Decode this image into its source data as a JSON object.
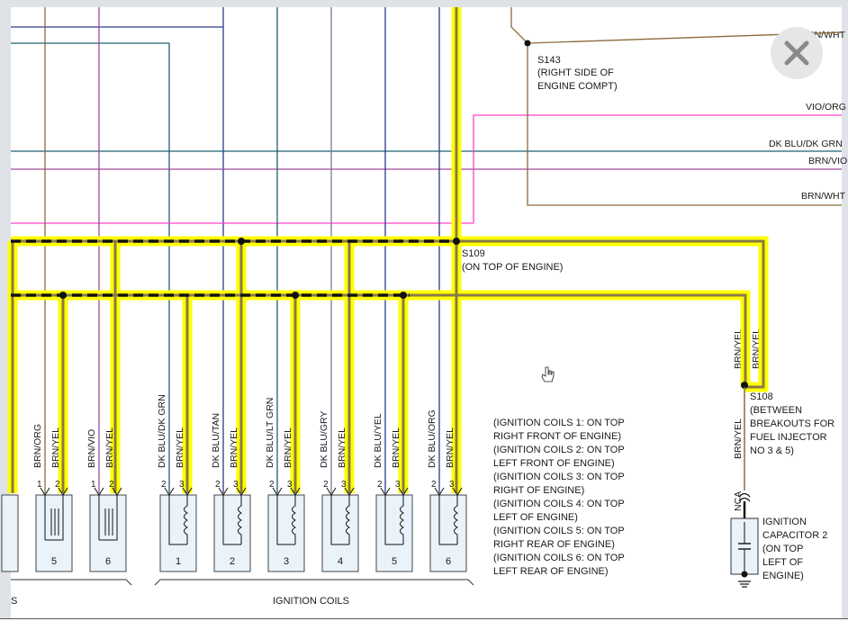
{
  "colors": {
    "highlight": "#ffff00",
    "wire_brn_yel": "#8a7a45",
    "brown": "#8b6a3a",
    "violet": "#a04a98",
    "pink": "#ff40c8",
    "navy": "#2a3a8a",
    "teal": "#1f5f70",
    "gray": "#7a7a9a",
    "coil_fill": "#eaf2fa"
  },
  "close_button": {
    "icon": "close-icon",
    "label": "×"
  },
  "wire_labels_right": {
    "brn_wht_top": "BRN/WHT",
    "vio_org": "VIO/ORG",
    "dk_blu_dk_grn": "DK BLU/DK GRN",
    "brn_vio": "BRN/VIO",
    "brn_wht_bottom": "BRN/WHT"
  },
  "splices": {
    "s143": [
      "S143",
      "(RIGHT SIDE OF",
      "ENGINE COMPT)"
    ],
    "s109": [
      "S109",
      "(ON TOP OF ENGINE)"
    ],
    "s108": [
      "S108",
      "(BETWEEN",
      "BREAKOUTS FOR",
      "FUEL INJECTOR",
      "NO 3 & 5)"
    ]
  },
  "coils": [
    {
      "num": "5",
      "wire1": "BRN/ORG",
      "wire2": "BRN/YEL",
      "pin1": "1",
      "pin2": "2",
      "style": "bars"
    },
    {
      "num": "6",
      "wire1": "BRN/VIO",
      "wire2": "BRN/YEL",
      "pin1": "1",
      "pin2": "2",
      "style": "bars"
    },
    {
      "num": "1",
      "wire1": "DK BLU/DK GRN",
      "wire2": "BRN/YEL",
      "pin1": "2",
      "pin2": "3",
      "style": "coil"
    },
    {
      "num": "2",
      "wire1": "DK BLU/TAN",
      "wire2": "BRN/YEL",
      "pin1": "2",
      "pin2": "3",
      "style": "coil"
    },
    {
      "num": "3",
      "wire1": "DK BLU/LT GRN",
      "wire2": "BRN/YEL",
      "pin1": "2",
      "pin2": "3",
      "style": "coil"
    },
    {
      "num": "4",
      "wire1": "DK BLU/GRY",
      "wire2": "BRN/YEL",
      "pin1": "2",
      "pin2": "3",
      "style": "coil"
    },
    {
      "num": "5",
      "wire1": "DK BLU/YEL",
      "wire2": "BRN/YEL",
      "pin1": "2",
      "pin2": "3",
      "style": "coil"
    },
    {
      "num": "6",
      "wire1": "DK BLU/ORG",
      "wire2": "BRN/YEL",
      "pin1": "2",
      "pin2": "3",
      "style": "coil"
    }
  ],
  "capacitor_wires": {
    "upper": "BRN/YEL",
    "upper2": "BRN/YEL",
    "lower": "BRN/YEL",
    "nca": "NCA"
  },
  "capacitor_label": [
    "IGNITION",
    "CAPACITOR 2",
    "(ON TOP",
    "LEFT OF",
    "ENGINE)"
  ],
  "notes": [
    "(IGNITION COILS 1: ON TOP",
    "RIGHT FRONT OF ENGINE)",
    "(IGNITION COILS 2: ON TOP",
    "LEFT FRONT OF ENGINE)",
    "(IGNITION COILS 3: ON TOP",
    "RIGHT OF ENGINE)",
    "(IGNITION COILS 4: ON TOP",
    "LEFT OF ENGINE)",
    "(IGNITION COILS 5: ON TOP",
    "RIGHT REAR OF ENGINE)",
    "(IGNITION COILS 6: ON TOP",
    "LEFT REAR OF ENGINE)"
  ],
  "group_labels": {
    "left_partial": "S",
    "ignition_coils": "IGNITION COILS"
  }
}
